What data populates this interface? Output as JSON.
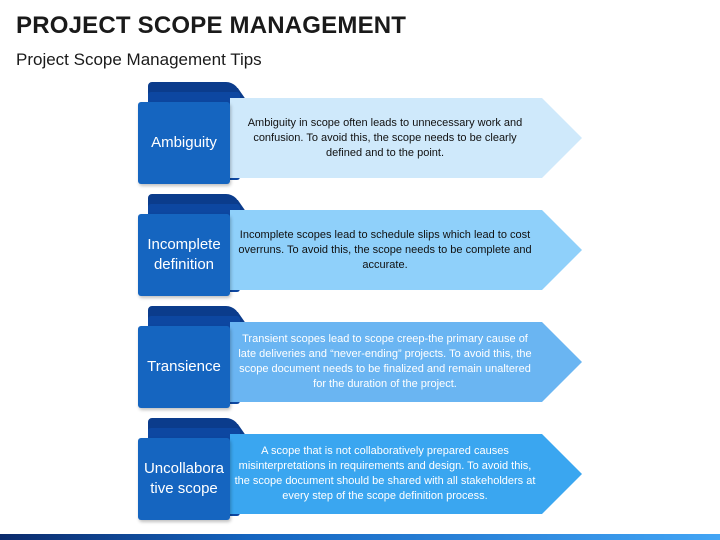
{
  "title": "PROJECT SCOPE MANAGEMENT",
  "subtitle": "Project Scope Management Tips",
  "rows": [
    {
      "label": "Ambiguity",
      "text": "Ambiguity in scope often leads to unnecessary work and confusion. To avoid this, the scope needs to be clearly defined and to the point.",
      "arrow_color": "#cfe9fb",
      "text_color": "#111111"
    },
    {
      "label": "Incomplete definition",
      "text": "Incomplete scopes lead to schedule slips which lead to cost overruns. To avoid this, the scope needs to be complete and accurate.",
      "arrow_color": "#8fd0fa",
      "text_color": "#111111"
    },
    {
      "label": "Transience",
      "text": "Transient scopes lead to scope creep-the primary cause of late deliveries and “never-ending” projects. To avoid this, the scope document needs to be finalized and remain unaltered for the duration of the project.",
      "arrow_color": "#6ab5f2",
      "text_color": "#ffffff"
    },
    {
      "label": "Uncollabora tive scope",
      "text": "A scope that is not collaboratively prepared causes misinterpretations in requirements and design. To avoid this, the scope document should be shared with all stakeholders at every step of the scope definition process.",
      "arrow_color": "#3aa6f0",
      "text_color": "#ffffff"
    }
  ],
  "colors": {
    "folder_front": "#1565c0",
    "folder_back": "#0d47a1",
    "folder_tab": "#0b3c8c"
  }
}
